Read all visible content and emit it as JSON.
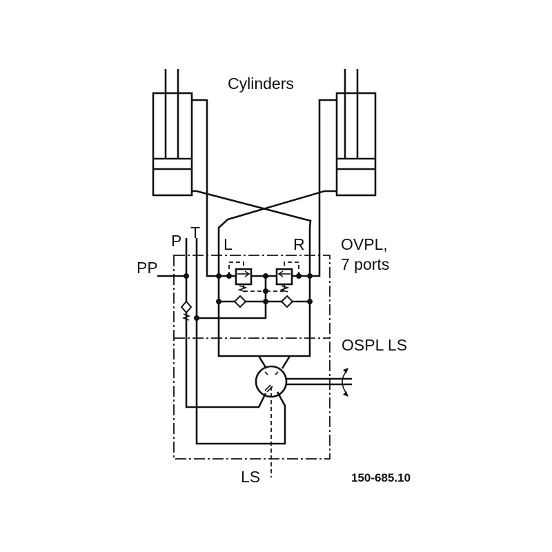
{
  "labels": {
    "cylinders": "Cylinders",
    "p": "P",
    "t": "T",
    "l": "L",
    "r": "R",
    "ovpl_line1": "OVPL,",
    "ovpl_line2": "7 ports",
    "pp": "PP",
    "ospl": "OSPL LS",
    "ls": "LS",
    "drawing_number": "150-685.10"
  }
}
